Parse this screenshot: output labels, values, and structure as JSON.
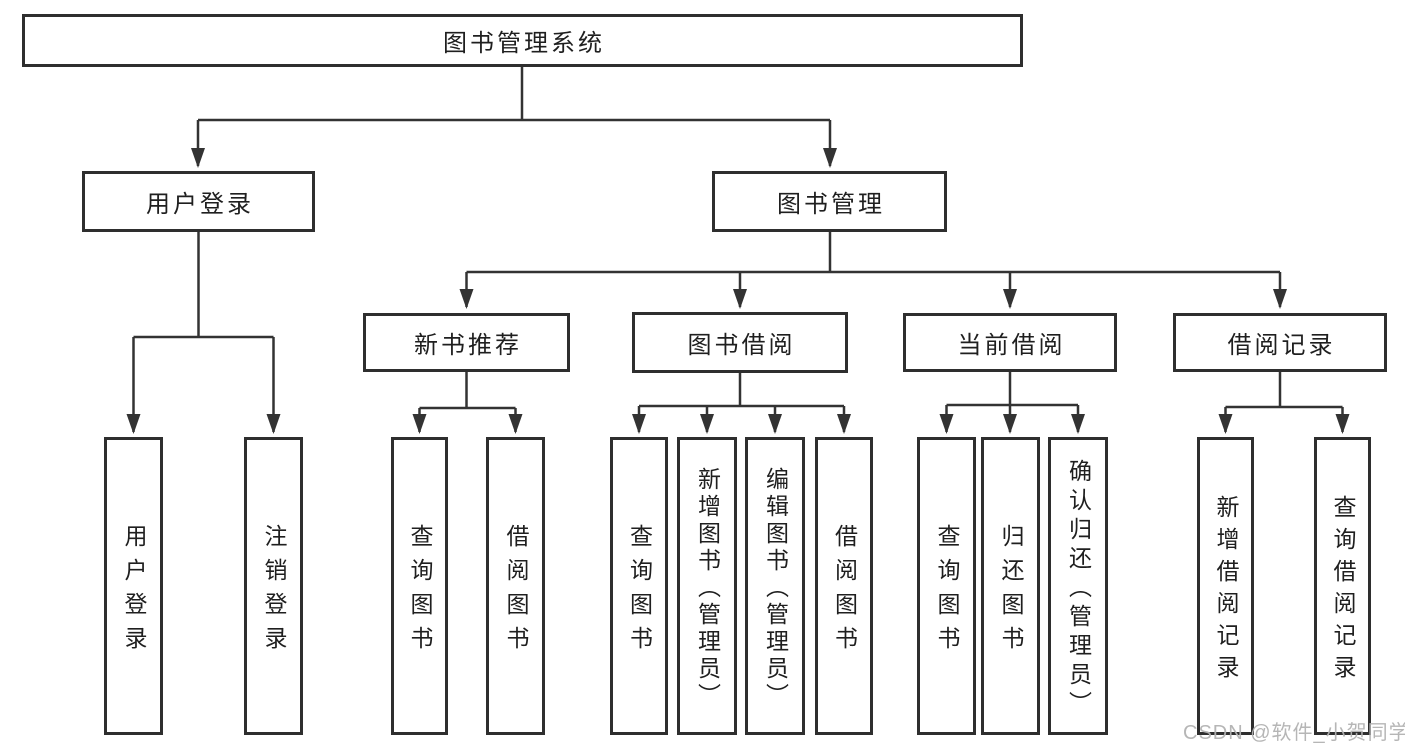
{
  "tree": {
    "label": "图书管理系统",
    "children": [
      {
        "label": "用户登录",
        "children": [
          {
            "label": "用户登录"
          },
          {
            "label": "注销登录"
          }
        ]
      },
      {
        "label": "图书管理",
        "children": [
          {
            "label": "新书推荐",
            "children": [
              {
                "label": "查询图书"
              },
              {
                "label": "借阅图书"
              }
            ]
          },
          {
            "label": "图书借阅",
            "children": [
              {
                "label": "查询图书"
              },
              {
                "label": "新增图书（管理员）"
              },
              {
                "label": "编辑图书（管理员）"
              },
              {
                "label": "借阅图书"
              }
            ]
          },
          {
            "label": "当前借阅",
            "children": [
              {
                "label": "查询图书"
              },
              {
                "label": "归还图书"
              },
              {
                "label": "确认归还（管理员）"
              }
            ]
          },
          {
            "label": "借阅记录",
            "children": [
              {
                "label": "新增借阅记录"
              },
              {
                "label": "查询借阅记录"
              }
            ]
          }
        ]
      }
    ]
  },
  "watermark": {
    "text": "CSDN @软件_小贺同学"
  },
  "colors": {
    "line": "#333333",
    "box_border": "#2e2e2e",
    "text": "#1f1f1f",
    "watermark": "#b2b2b2",
    "background": "#ffffff"
  }
}
